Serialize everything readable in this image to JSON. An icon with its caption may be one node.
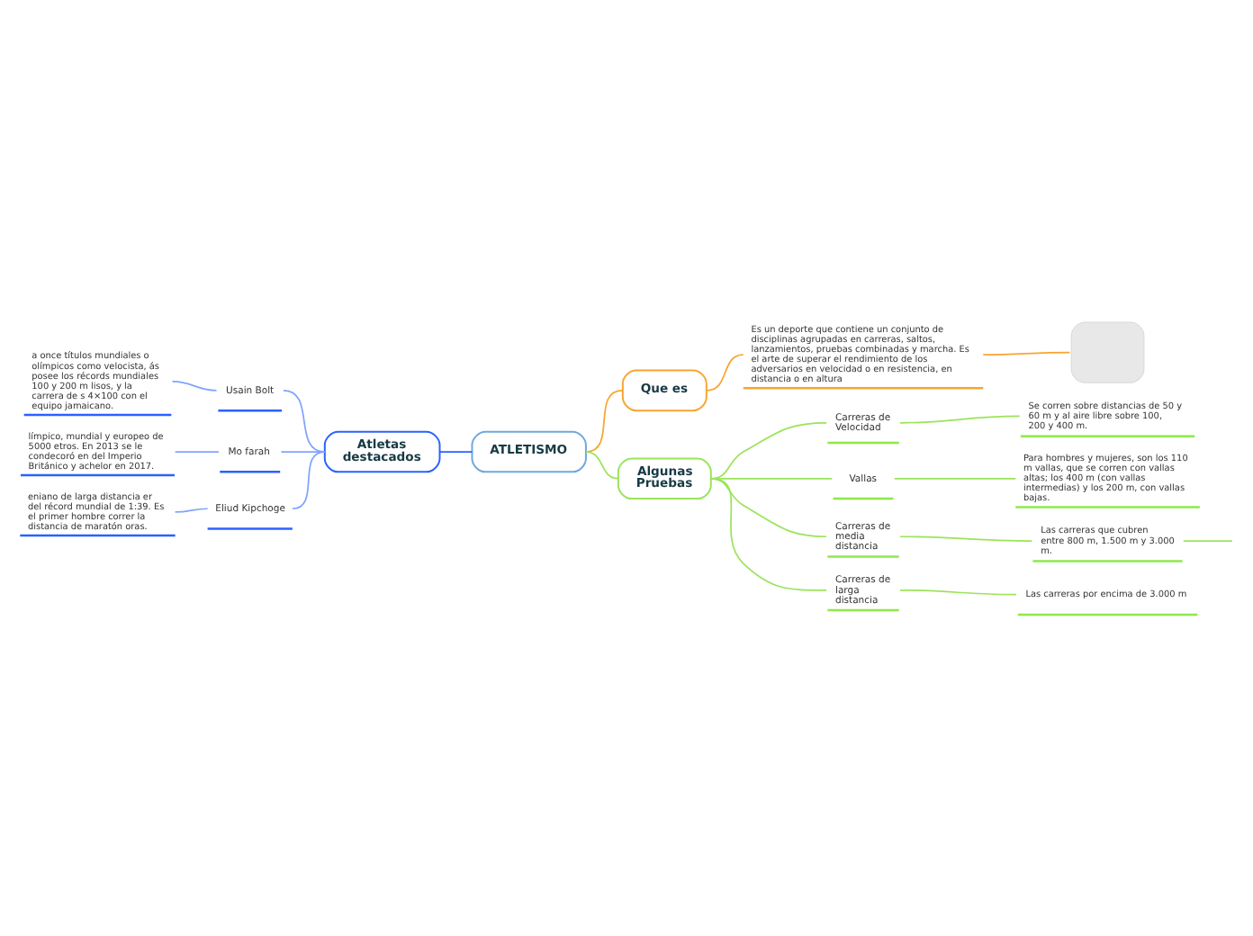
{
  "diagram": {
    "nodes": [
      {
        "text": [
          "ATLETISMO"
        ]
      },
      {
        "text": [
          "Que es"
        ]
      },
      {
        "text": [
          "Es un deporte que contiene un conjunto de disciplinas agrupadas en carreras, saltos, lanzamientos, pruebas combinadas y marcha. Es el arte de superar el rendimiento de los adversarios en velocidad o en resistencia, en distancia o en altura"
        ]
      },
      {
        "text": [],
        "shape": "box"
      },
      {
        "text": [
          "Algunas Pruebas"
        ]
      },
      {
        "text": [
          "Carreras de Velocidad"
        ]
      },
      {
        "text": [
          "Se corren sobre distancias de 50 y 60 m y al aire libre sobre 100, 200 y 400 m."
        ]
      },
      {
        "text": [
          "Vallas"
        ]
      },
      {
        "text": [
          "Para hombres y mujeres, son los 110 m vallas, que se corren con vallas altas; los 400 m (con vallas intermedias) y los 200 m, con vallas bajas."
        ]
      },
      {
        "text": [
          "Carreras de media distancia"
        ]
      },
      {
        "text": [
          "Las carreras que cubren entre 800 m, 1.500 m y 3.000 m."
        ]
      },
      {
        "text": [
          "Carreras de larga distancia"
        ]
      },
      {
        "text": [
          "Las carreras por encima de 3.000 m"
        ]
      },
      {
        "text": [
          "Atletas destacados"
        ]
      },
      {
        "text": [
          "Usain Bolt"
        ]
      },
      {
        "text": [
          "a once títulos mundiales o olímpicos como velocista, ás posee los récords mundiales 100 y 200 m lisos, y la carrera de s 4×100 con el equipo jamaicano."
        ]
      },
      {
        "text": [
          "Mo farah"
        ]
      },
      {
        "text": [
          "límpico, mundial y europeo de 5000 etros. En 2013 se le condecoró en del Imperio Británico y achelor en 2017."
        ]
      },
      {
        "text": [
          "Eliud Kipchoge"
        ]
      },
      {
        "text": [
          "eniano de larga distancia er del récord mundial de 1:39. Es  el primer hombre correr la distancia de maratón oras."
        ]
      }
    ],
    "edges": [
      {
        "from": 0,
        "to": 1,
        "arrow": "none",
        "color": "#f7a530"
      },
      {
        "from": 1,
        "to": 2,
        "arrow": "none",
        "color": "#f7a530"
      },
      {
        "from": 2,
        "to": 3,
        "arrow": "none",
        "color": "#f7a530"
      },
      {
        "from": 0,
        "to": 4,
        "arrow": "none"
      },
      {
        "from": 4,
        "to": 5,
        "arrow": "none"
      },
      {
        "from": 5,
        "to": 6,
        "arrow": "none"
      },
      {
        "from": 4,
        "to": 7,
        "arrow": "none"
      },
      {
        "from": 7,
        "to": 8,
        "arrow": "none"
      },
      {
        "from": 4,
        "to": 9,
        "arrow": "none"
      },
      {
        "from": 9,
        "to": 10,
        "arrow": "none"
      },
      {
        "from": 4,
        "to": 11,
        "arrow": "none"
      },
      {
        "from": 11,
        "to": 12,
        "arrow": "none"
      },
      {
        "from": 10,
        "to": null,
        "arrow": "none"
      },
      {
        "from": 0,
        "to": 13,
        "arrow": "none",
        "color": "#2962ff"
      },
      {
        "from": 13,
        "to": 14,
        "arrow": "none",
        "color": "#7fa4ff"
      },
      {
        "from": 14,
        "to": 15,
        "arrow": "none",
        "color": "#7fa4ff"
      },
      {
        "from": 13,
        "to": 16,
        "arrow": "none",
        "color": "#7fa4ff"
      },
      {
        "from": 16,
        "to": 17,
        "arrow": "none",
        "color": "#7fa4ff"
      },
      {
        "from": 13,
        "to": 18,
        "arrow": "none",
        "color": "#7fa4ff"
      },
      {
        "from": 18,
        "to": 19,
        "arrow": "none",
        "color": "#7fa4ff"
      }
    ]
  }
}
